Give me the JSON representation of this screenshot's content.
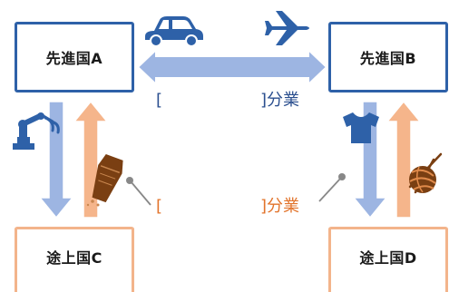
{
  "countries": {
    "a": "先進国A",
    "b": "先進国B",
    "c": "途上国C",
    "d": "途上国D"
  },
  "labels": {
    "horizontal_open": "[",
    "horizontal_close": "]分業",
    "vertical_open": "[",
    "vertical_close": "]分業"
  },
  "colors": {
    "developed_border": "#2e61a8",
    "developing_border": "#f3b48b",
    "blue_arrow": "#9db5e2",
    "orange_arrow": "#f5b58b",
    "icon_blue": "#2e61a8",
    "label_blue": "#2b4f8f",
    "label_orange": "#e2742c",
    "coffin_brown": "#7a3f12"
  },
  "icons": [
    "car-icon",
    "airplane-icon",
    "robot-arm-icon",
    "tshirt-icon",
    "coffin-icon",
    "yarn-ball-icon"
  ]
}
